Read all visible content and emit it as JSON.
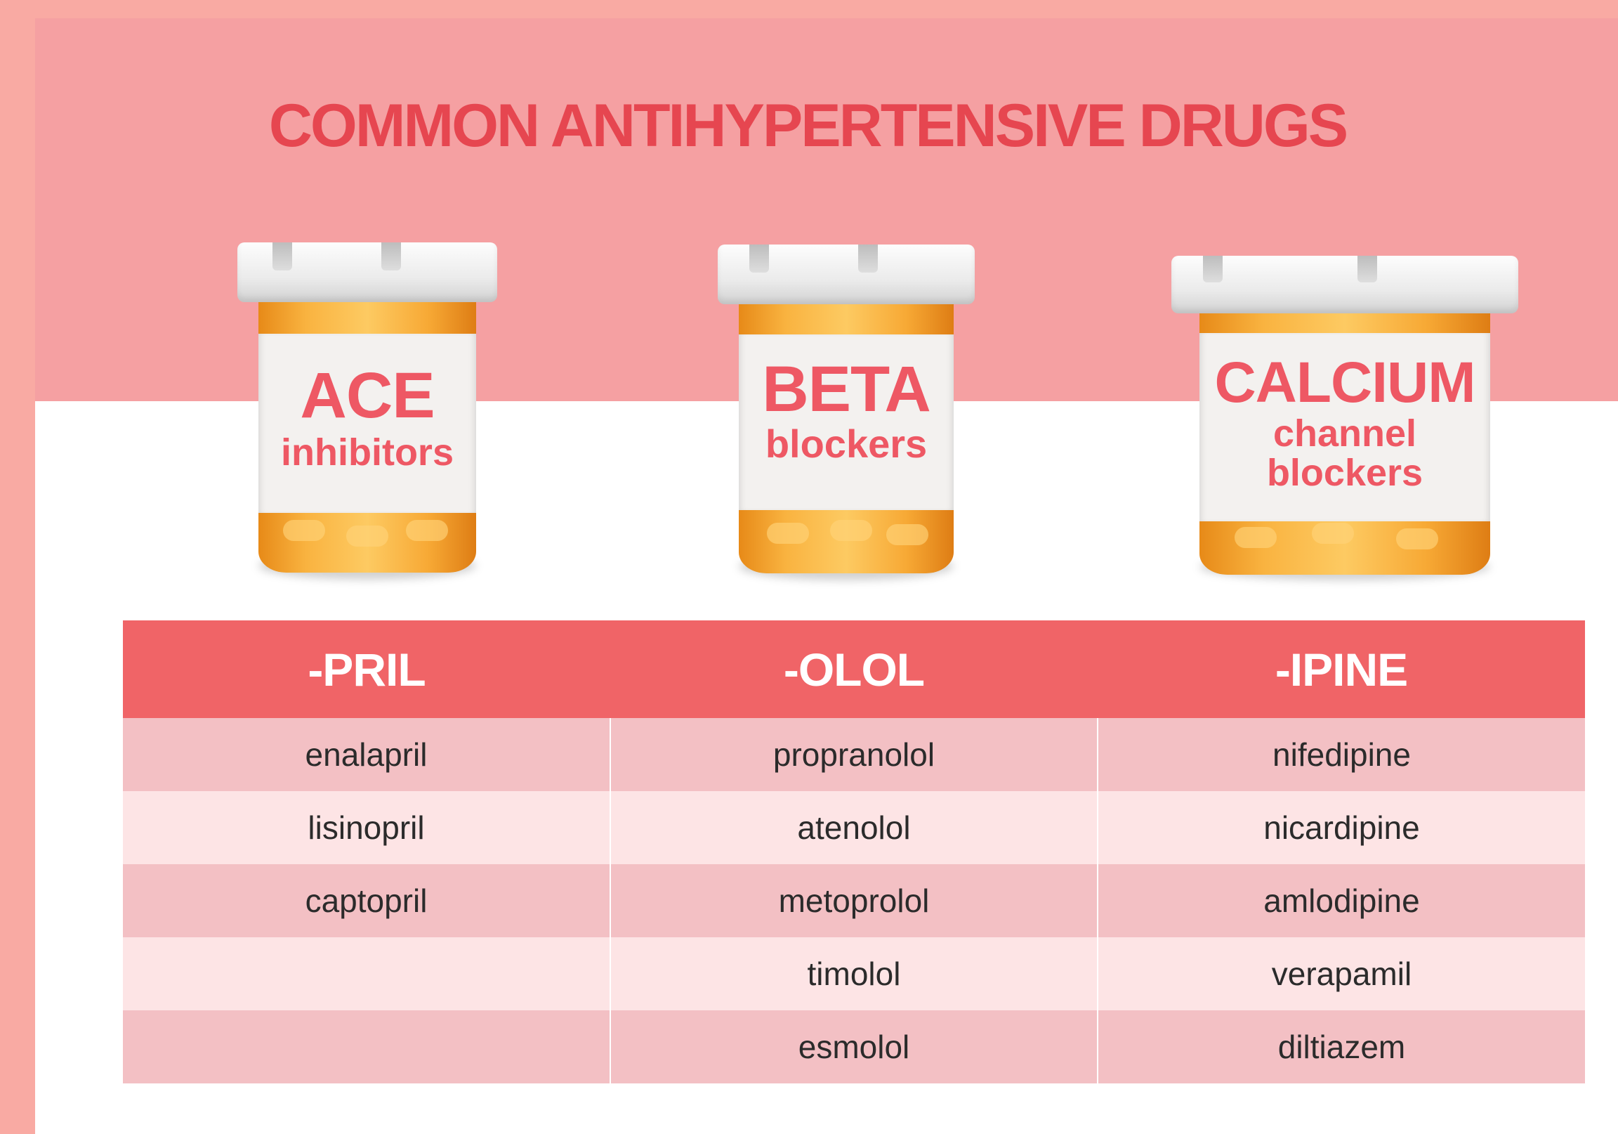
{
  "title": "COMMON ANTIHYPERTENSIVE DRUGS",
  "bottles": [
    {
      "main": "ACE",
      "sub": [
        "inhibitors"
      ]
    },
    {
      "main": "BETA",
      "sub": [
        "blockers"
      ]
    },
    {
      "main": "CALCIUM",
      "sub": [
        "channel",
        "blockers"
      ]
    }
  ],
  "table": {
    "headers": [
      "-PRIL",
      "-OLOL",
      "-IPINE"
    ],
    "rows": [
      [
        "enalapril",
        "propranolol",
        "nifedipine"
      ],
      [
        "lisinopril",
        "atenolol",
        "nicardipine"
      ],
      [
        "captopril",
        "metoprolol",
        "amlodipine"
      ],
      [
        "",
        "timolol",
        "verapamil"
      ],
      [
        "",
        "esmolol",
        "diltiazem"
      ]
    ]
  },
  "colors": {
    "frame": "#f9aaa3",
    "band": "#f5a0a2",
    "title": "#e64650",
    "header": "#f06467",
    "row_dark": "#f3c0c4",
    "row_light": "#fde4e5"
  }
}
